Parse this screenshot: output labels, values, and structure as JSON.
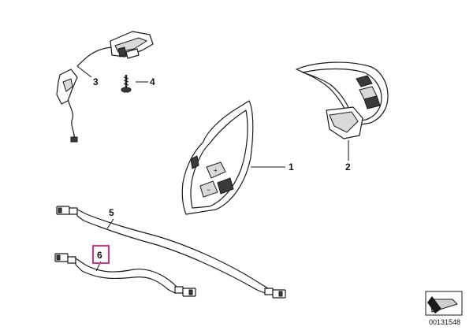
{
  "callouts": [
    {
      "id": "1",
      "label": "1"
    },
    {
      "id": "2",
      "label": "2"
    },
    {
      "id": "3",
      "label": "3"
    },
    {
      "id": "4",
      "label": "4"
    },
    {
      "id": "5",
      "label": "5"
    },
    {
      "id": "6",
      "label": "6",
      "highlighted": true
    }
  ],
  "catalog_number": "00131548",
  "colors": {
    "line": "#1a1a1a",
    "highlight": "#d63384",
    "background": "#ffffff"
  }
}
